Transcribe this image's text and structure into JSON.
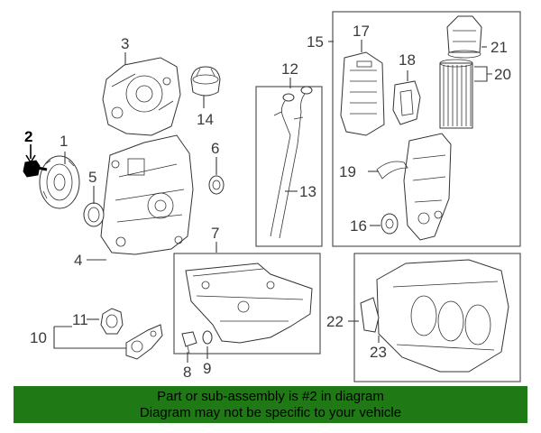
{
  "callouts": {
    "c1": "1",
    "c2": "2",
    "c3": "3",
    "c4": "4",
    "c5": "5",
    "c6": "6",
    "c7": "7",
    "c8": "8",
    "c9": "9",
    "c10": "10",
    "c11": "11",
    "c12": "12",
    "c13": "13",
    "c14": "14",
    "c15": "15",
    "c16": "16",
    "c17": "17",
    "c18": "18",
    "c19": "19",
    "c20": "20",
    "c21": "21",
    "c22": "22",
    "c23": "23"
  },
  "banner": {
    "line1": "Part or sub-assembly is #2 in diagram",
    "line2": "Diagram may not be specific to your vehicle"
  },
  "colors": {
    "banner_bg": "#1f7a16",
    "highlight_part": "#000000"
  }
}
